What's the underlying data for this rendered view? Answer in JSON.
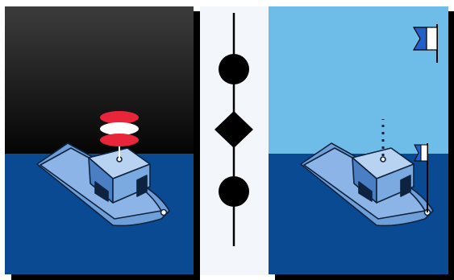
{
  "diagram": {
    "night_panel": {
      "sky_color": "#0b0b0b",
      "sky_top_color": "#3c3c3c",
      "water_color": "#0a4a92",
      "boat_hull_color": "#8cb4e6",
      "signal": "all-round-lights-red-white-red",
      "light_colors": [
        "#e8253a",
        "#ffffff",
        "#e8253a"
      ]
    },
    "signal_column": {
      "background": "#f3f7fc",
      "shapes": [
        "ball",
        "diamond",
        "ball"
      ],
      "shape_color": "#000000"
    },
    "day_panel": {
      "sky_color": "#6ebde8",
      "water_color": "#0a4a92",
      "flag": "alfa-flag",
      "flag_colors": [
        "#ffffff",
        "#2160c8"
      ]
    }
  }
}
